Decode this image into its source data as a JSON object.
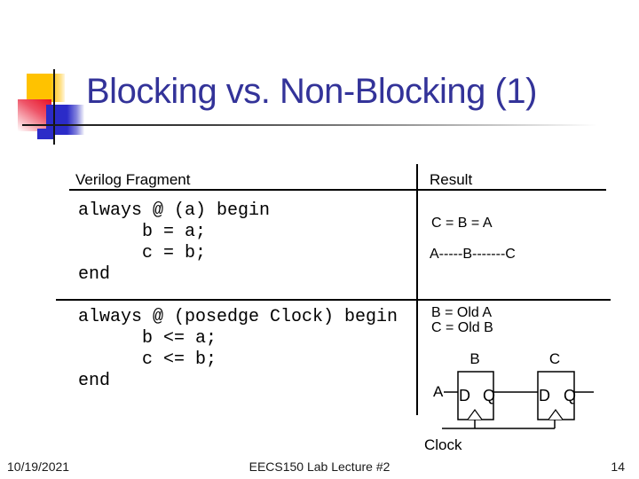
{
  "title": "Blocking vs. Non-Blocking (1)",
  "table": {
    "header_fragment": "Verilog Fragment",
    "header_result": "Result",
    "rows": [
      {
        "code": "always @ (a) begin\n      b = a;\n      c = b;\nend",
        "result_lines": [
          "C = B = A",
          "A-----B-------C"
        ]
      },
      {
        "code": "always @ (posedge Clock) begin\n      b <= a;\n      c <= b;\nend",
        "result_lines": [
          "B = Old A",
          "C = Old B"
        ]
      }
    ]
  },
  "diagram": {
    "ff_b_label": "B",
    "ff_c_label": "C",
    "input_label": "A",
    "d_pin": "D",
    "q_pin": "Q",
    "clock_label": "Clock"
  },
  "footer": {
    "date": "10/19/2021",
    "course": "EECS150 Lab Lecture #2",
    "page": "14"
  },
  "colors": {
    "title_text": "#333399",
    "accent_yellow": "#FFC200",
    "accent_red": "#E8112D",
    "accent_blue": "#2B2BC8",
    "line": "#000000",
    "background": "#FFFFFF"
  }
}
